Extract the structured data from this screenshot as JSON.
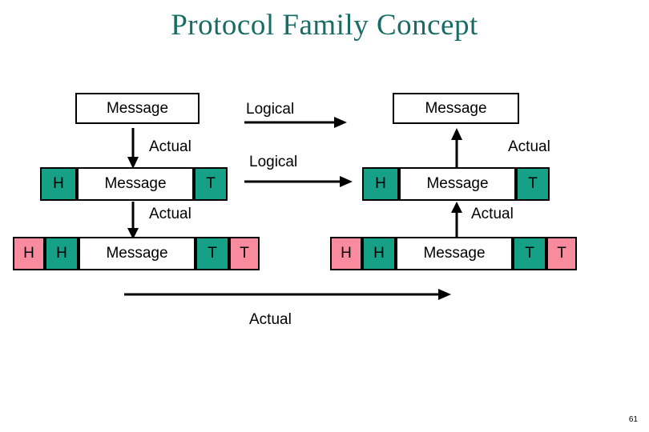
{
  "slide": {
    "title": "Protocol Family Concept",
    "page_number": "61"
  },
  "labels": {
    "logical_top": "Logical",
    "logical_mid": "Logical",
    "actual_left_1": "Actual",
    "actual_left_2": "Actual",
    "actual_right_1": "Actual",
    "actual_right_2": "Actual",
    "actual_bottom": "Actual"
  },
  "boxes": {
    "left_msg_top": "Message",
    "right_msg_top": "Message",
    "left_row2": {
      "h": "H",
      "message": "Message",
      "t": "T"
    },
    "right_row2": {
      "h": "H",
      "message": "Message",
      "t": "T"
    },
    "left_row3": {
      "h1": "H",
      "h2": "H",
      "message": "Message",
      "t1": "T",
      "t2": "T"
    },
    "right_row3": {
      "h1": "H",
      "h2": "H",
      "message": "Message",
      "t1": "T",
      "t2": "T"
    }
  },
  "colors": {
    "title": "#176c63",
    "teal": "#16a085",
    "pink": "#f98b9e",
    "outline": "#000000"
  }
}
